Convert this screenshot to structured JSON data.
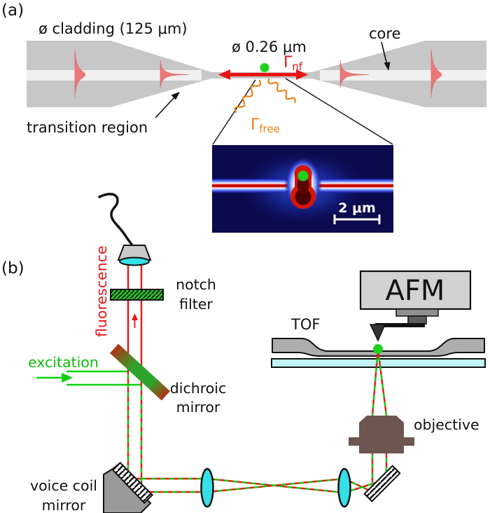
{
  "panel_a": {
    "label": "(a)",
    "cladding_diameter_label": "ø cladding (125 μm)",
    "waist_diameter_label": "ø 0.26 μm",
    "core_label": "core",
    "transition_region_label": "transition region",
    "gamma_symbol": "Γ",
    "gamma_nf_subscript": "nf",
    "gamma_free_subscript": "free",
    "inset": {
      "scale_bar_label": "2 μm"
    }
  },
  "panel_b": {
    "label": "(b)",
    "fluorescence_label": "fluorescence",
    "excitation_label": "excitation",
    "notch_filter_label_line1": "notch",
    "notch_filter_label_line2": "filter",
    "dichroic_label_line1": "dichroic",
    "dichroic_label_line2": "mirror",
    "voice_coil_label_line1": "voice coil",
    "voice_coil_label_line2": "mirror",
    "afm_label": "AFM",
    "tof_label": "TOF",
    "objective_label": "objective"
  },
  "colors": {
    "fluorescence_red": "#e81515",
    "excitation_green": "#0ed10e",
    "free_space_orange": "#f08013",
    "emitter_green_dot": "#1fd11f",
    "mode_profile_red": "#ec7878",
    "fiber_cladding_gray": "#c7c7c7",
    "fiber_core_white": "#f0f0f0",
    "lens_cyan": "#35dfe8",
    "coverslip_cyan": "#c2f5f5",
    "objective_brown": "#6d5650",
    "inset_background_navy": "#0a0a4e"
  }
}
